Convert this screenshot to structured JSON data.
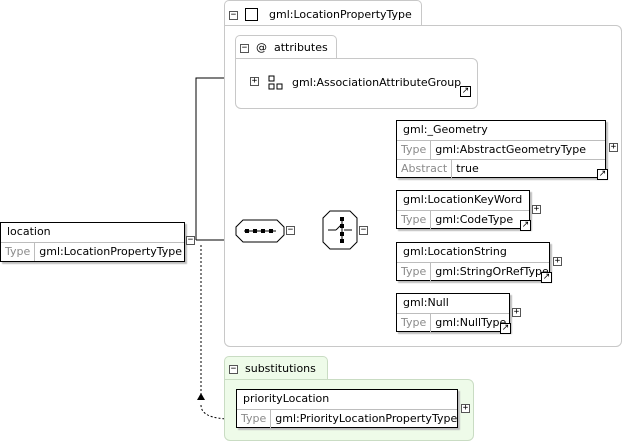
{
  "complex_type": {
    "label": "gml:LocationPropertyType",
    "collapse": "−",
    "attributes": {
      "at_symbol": "@",
      "label": "attributes",
      "collapse": "−",
      "group": {
        "expand": "+",
        "label": "gml:AssociationAttributeGroup",
        "link": "↗"
      }
    }
  },
  "root": {
    "name": "location",
    "type_key": "Type",
    "type_value": "gml:LocationPropertyType",
    "collapse": "−"
  },
  "sequence": {
    "collapse": "−"
  },
  "choice": {
    "collapse": "−"
  },
  "elements": [
    {
      "name": "gml:_Geometry",
      "type_key": "Type",
      "type_value": "gml:AbstractGeometryType",
      "abstract_key": "Abstract",
      "abstract_value": "true",
      "expand": "+",
      "link": "↗"
    },
    {
      "name": "gml:LocationKeyWord",
      "type_key": "Type",
      "type_value": "gml:CodeType",
      "expand": "+",
      "link": "↗"
    },
    {
      "name": "gml:LocationString",
      "type_key": "Type",
      "type_value": "gml:StringOrRefType",
      "expand": "+",
      "link": "↗"
    },
    {
      "name": "gml:Null",
      "type_key": "Type",
      "type_value": "gml:NullType",
      "expand": "+",
      "link": "↗"
    }
  ],
  "substitutions": {
    "label": "substitutions",
    "collapse": "−",
    "element": {
      "name": "priorityLocation",
      "type_key": "Type",
      "type_value": "gml:PriorityLocationPropertyType",
      "expand": "+"
    }
  },
  "colors": {
    "substitutions_bg": "#eefbe9",
    "panel_border": "#c8c8c8",
    "line": "#000000"
  }
}
